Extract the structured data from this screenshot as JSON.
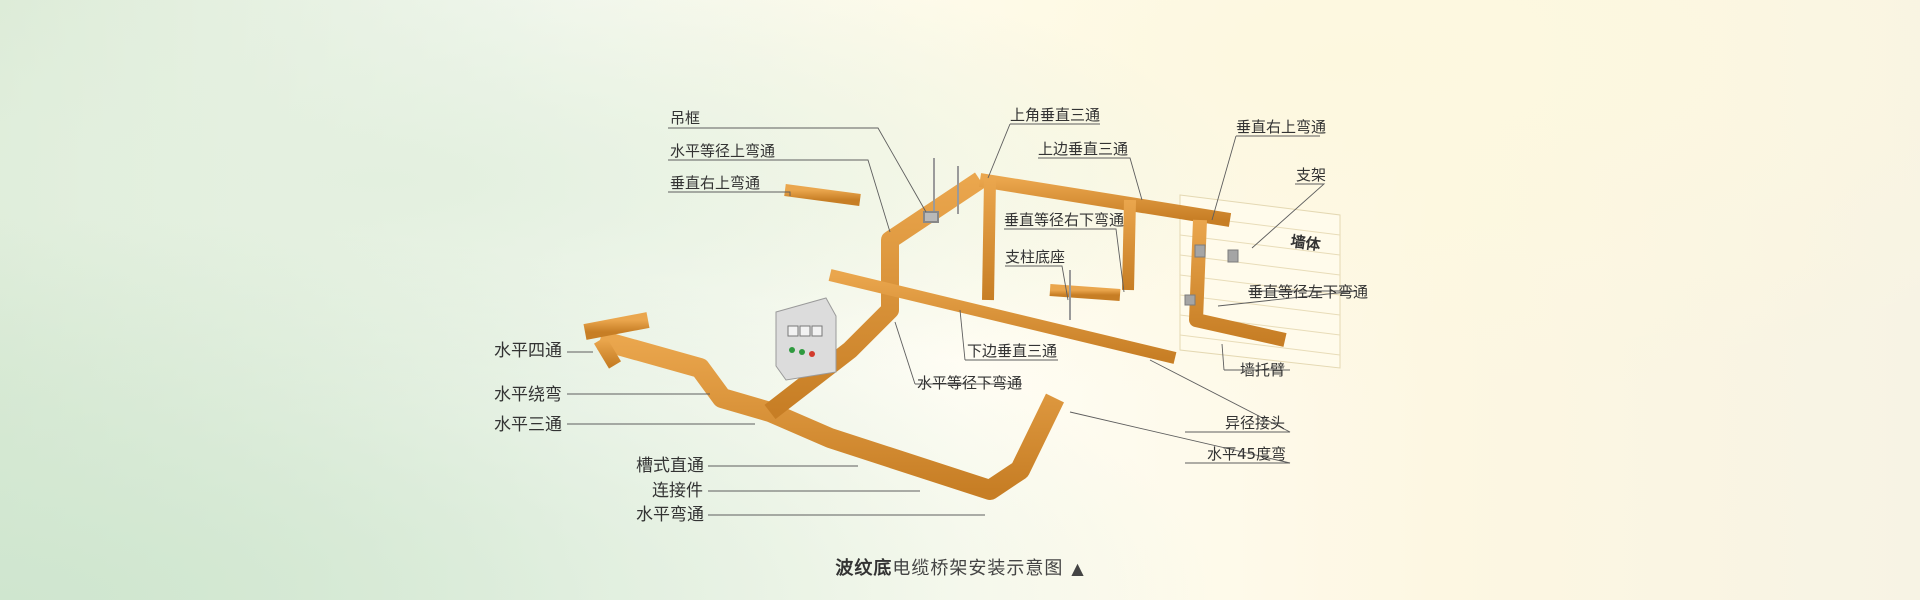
{
  "labels": {
    "hanger_frame": "吊框",
    "upper_angle_vertical_tee": "上角垂直三通",
    "vertical_right_up_bend_top": "垂直右上弯通",
    "horizontal_equal_up_bend": "水平等径上弯通",
    "upper_side_vertical_tee": "上边垂直三通",
    "support": "支架",
    "vertical_right_up_bend_left": "垂直右上弯通",
    "vertical_equal_right_down_bend": "垂直等径右下弯通",
    "wall": "墙体",
    "column_base": "支柱底座",
    "vertical_equal_left_down_bend": "垂直等径左下弯通",
    "horizontal_cross": "水平四通",
    "lower_side_vertical_tee": "下边垂直三通",
    "wall_bracket": "墙托臂",
    "horizontal_equal_down_bend": "水平等径下弯通",
    "horizontal_detour_bend": "水平绕弯",
    "horizontal_tee": "水平三通",
    "reducer": "异径接头",
    "straight_trough": "槽式直通",
    "horizontal_45_bend": "水平45度弯",
    "connector": "连接件",
    "horizontal_bend": "水平弯通"
  },
  "caption": {
    "bold_part": "波纹底",
    "rest": "电缆桥架安装示意图",
    "marker": "▲"
  },
  "colors": {
    "tray_light": "#e6a046",
    "tray_mid": "#d38a2c",
    "tray_dark": "#b36d1c",
    "wall": "#fffbec"
  }
}
